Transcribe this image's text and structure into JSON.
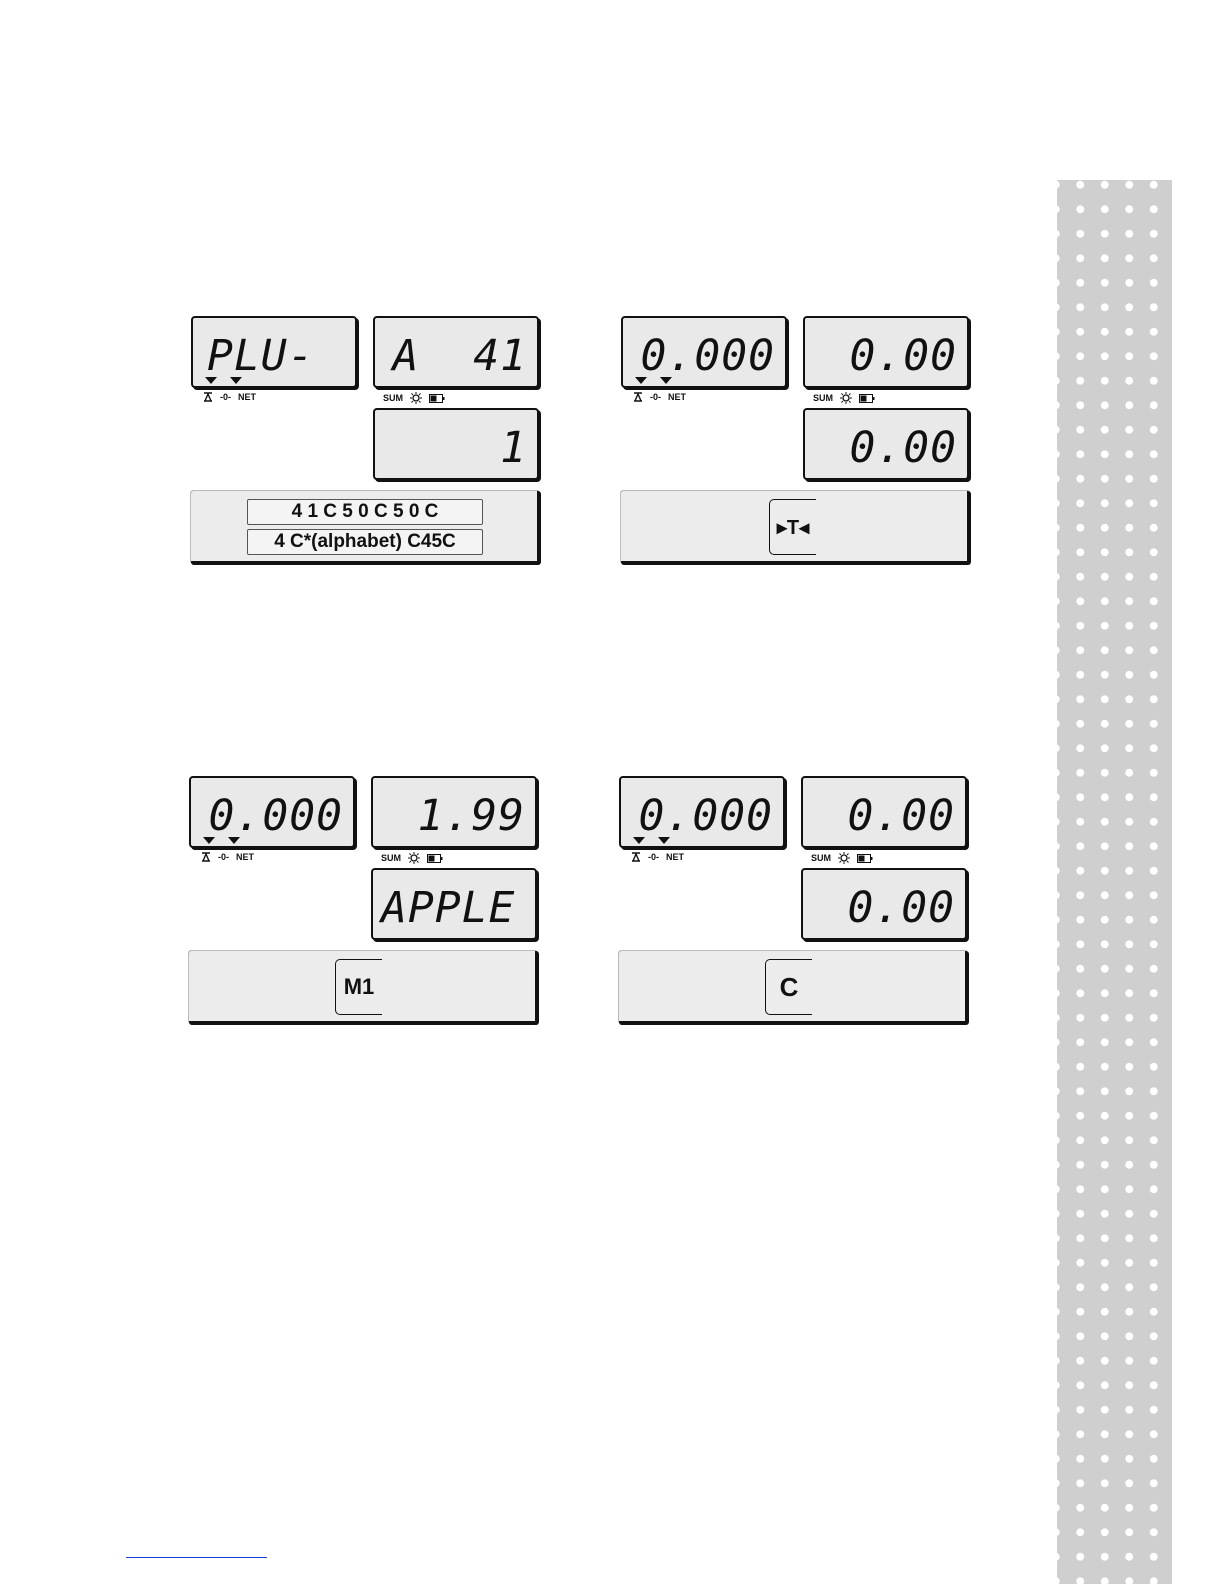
{
  "indicators": {
    "weight": [
      "▲",
      "-0-",
      "NET"
    ],
    "price": [
      "SUM",
      "sun-icon",
      "battery-icon"
    ]
  },
  "panels": [
    {
      "weight": "PLU-   1",
      "unit_price": "A  41",
      "total": "1",
      "key_sequence": [
        "4 1 C 5 0 C 5 0 C",
        "4 C*(alphabet) C45C"
      ]
    },
    {
      "weight": "0.000",
      "unit_price": "0.00",
      "total": "0.00",
      "key": "▸T◂"
    },
    {
      "weight": "0.000",
      "unit_price": "1.99",
      "total": "APPLE",
      "key": "M1"
    },
    {
      "weight": "0.000",
      "unit_price": "0.00",
      "total": "0.00",
      "key": "C"
    }
  ],
  "colors": {
    "lcd_bg": "#e9e9e9",
    "sidebar": "#cfcfcf",
    "footer_rule": "#1a3de0"
  }
}
